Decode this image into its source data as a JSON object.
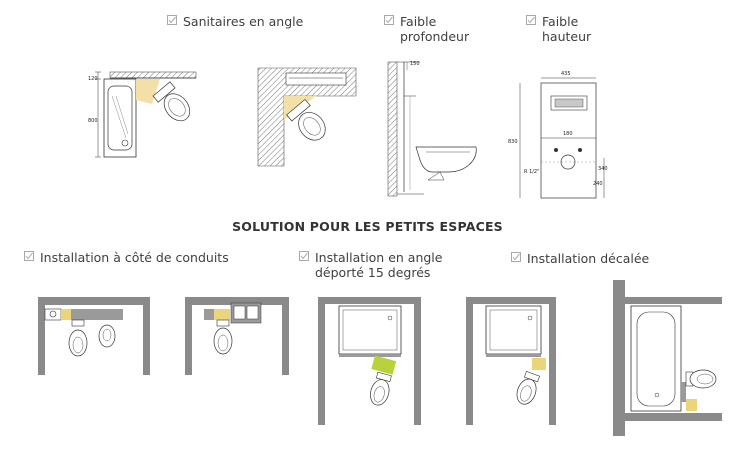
{
  "features": {
    "corner": "Sanitaires en angle",
    "depth_line1": "Faible",
    "depth_line2": "profondeur",
    "height_line1": "Faible",
    "height_line2": "hauteur"
  },
  "section_title": "SOLUTION POUR LES PETITS ESPACES",
  "solutions": {
    "ducts": "Installation à côté de conduits",
    "angle_line1": "Installation en angle",
    "angle_line2": "déporté 15 degrés",
    "offset": "Installation décalée"
  },
  "dimensions": {
    "corner_top": "120",
    "corner_side": "800",
    "depth_top": "150",
    "height_width": "435",
    "height_mid": "180",
    "height_total": "830",
    "height_r": "R 1/2\"",
    "height_340": "340",
    "height_240": "240"
  },
  "colors": {
    "accent": "#f2e0a6",
    "accent_strong": "#ecd47a",
    "green": "#b7d23a",
    "wall": "#8a8a8a",
    "grey_panel": "#b5b5b5",
    "checkbox": "#a9a9a9"
  },
  "icons": [
    "checkbox-icon"
  ]
}
